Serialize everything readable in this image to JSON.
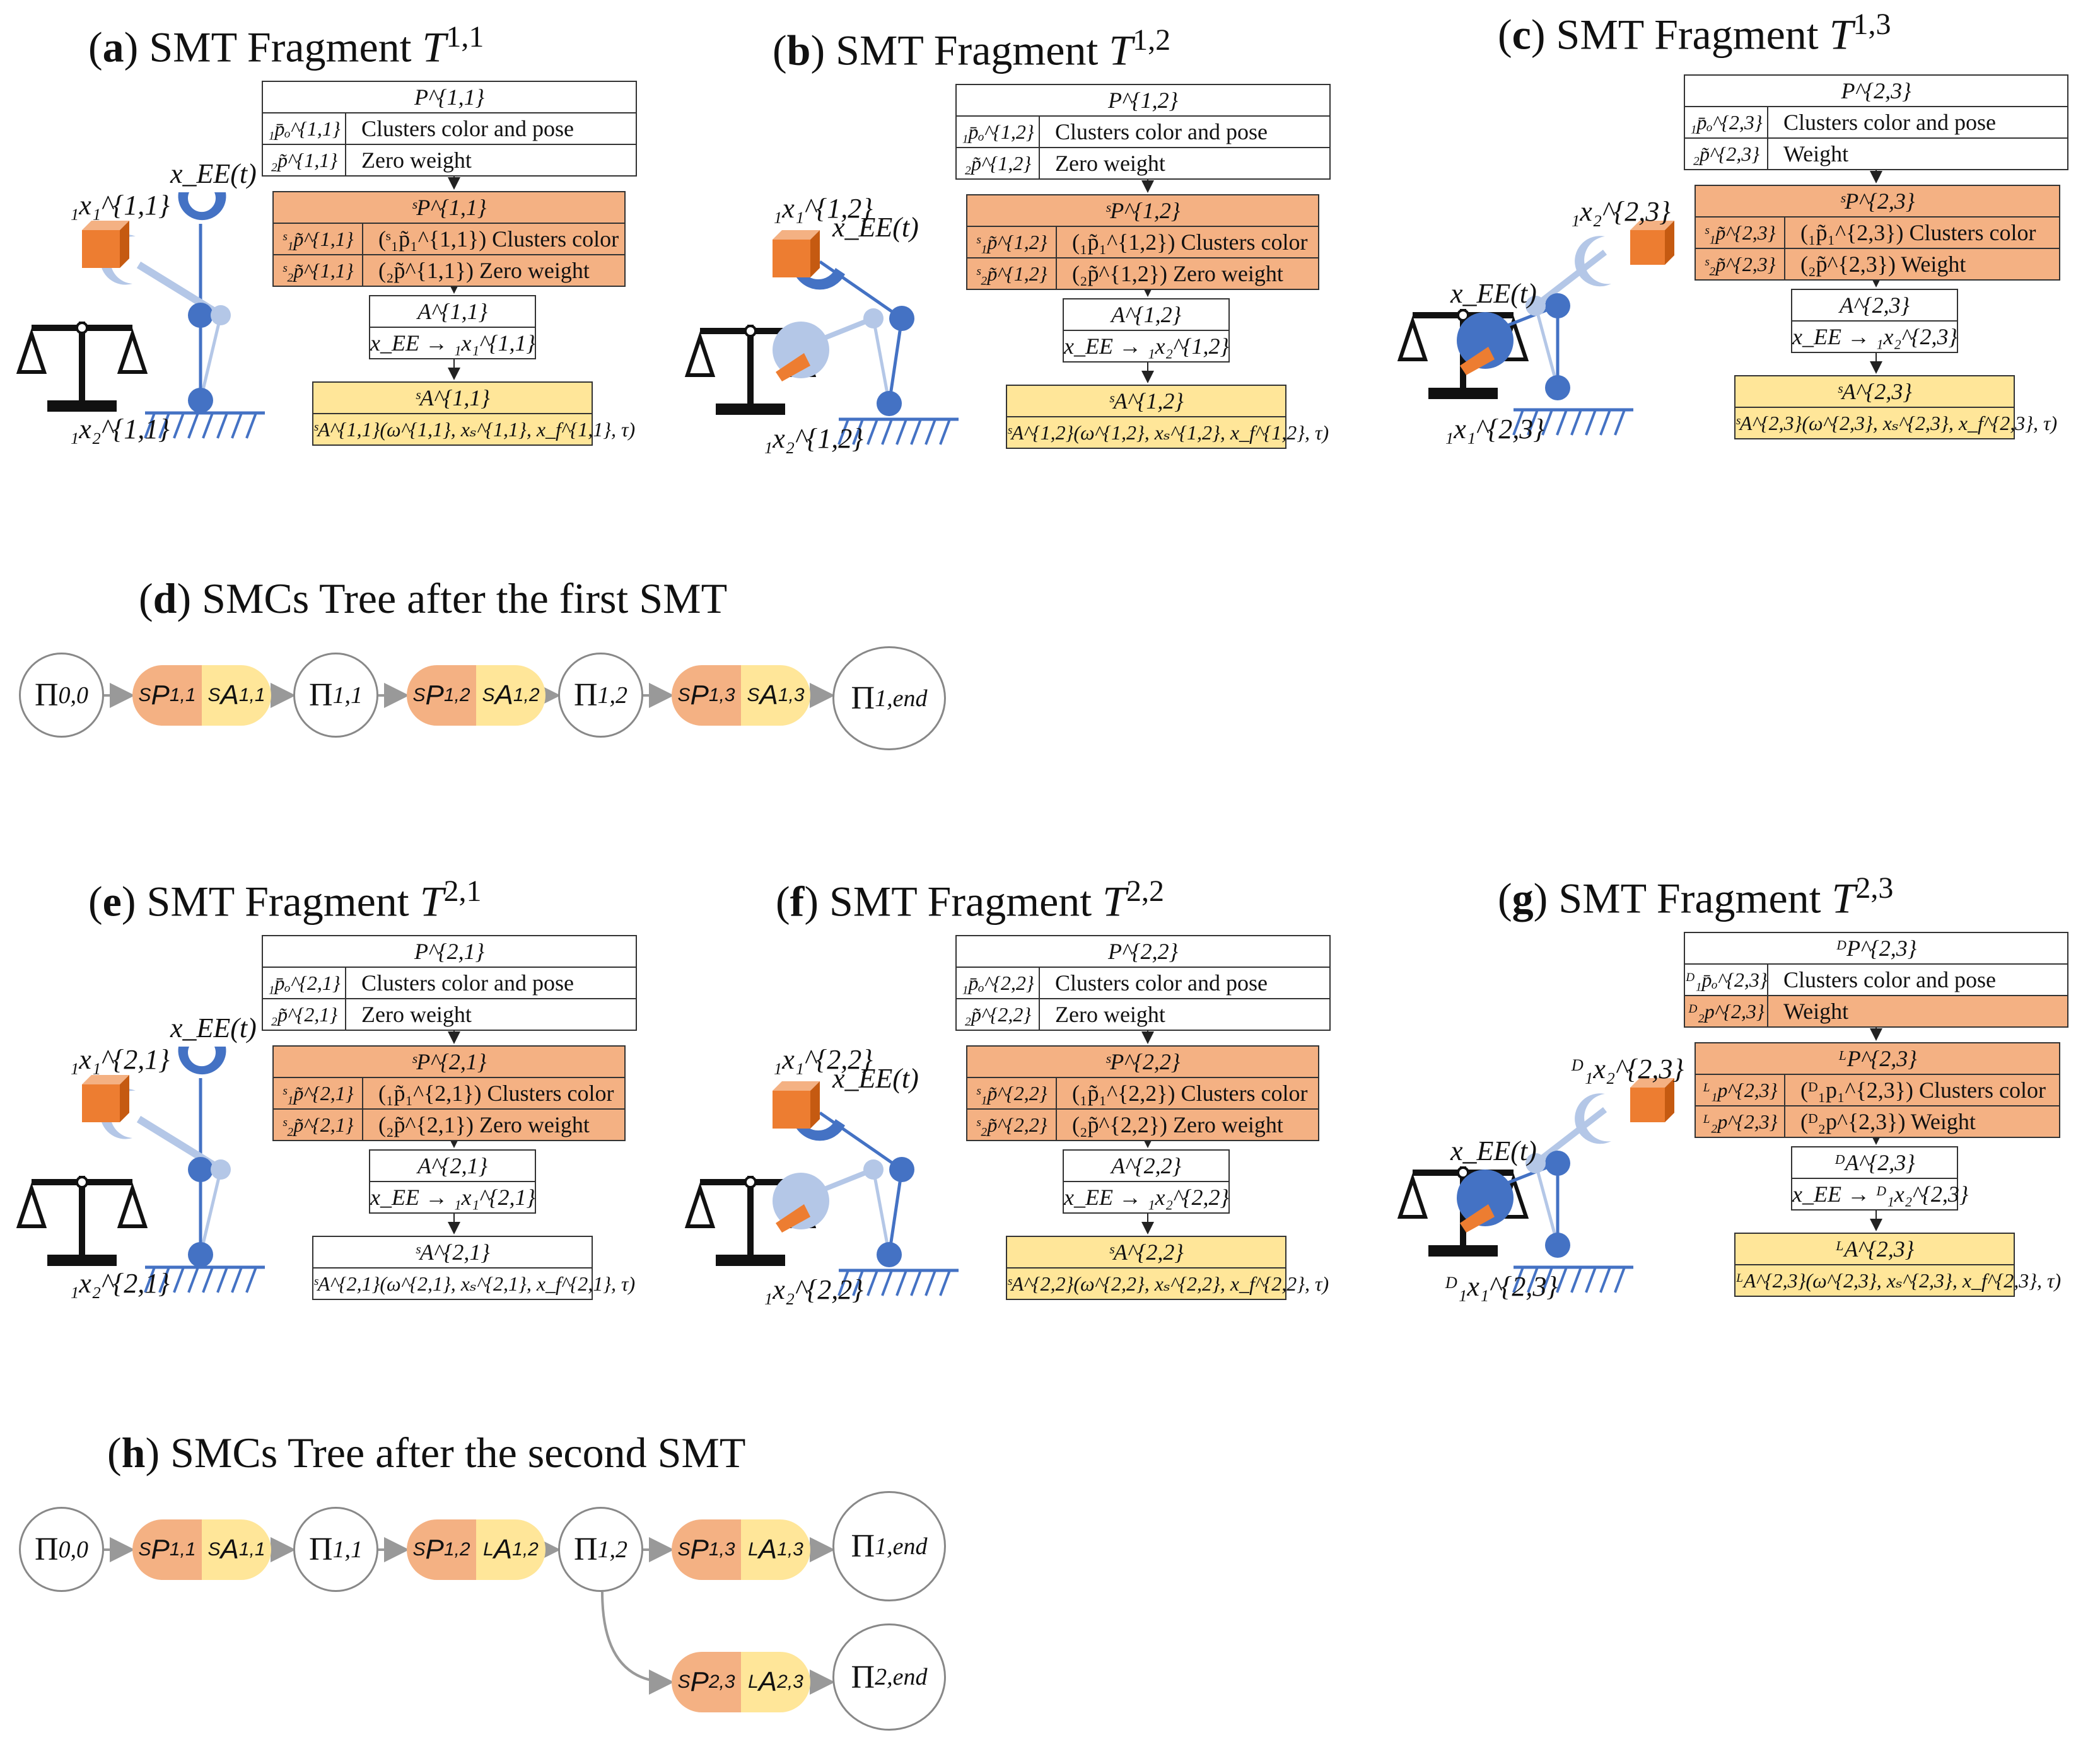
{
  "panels": {
    "a": {
      "letter": "a",
      "title": "SMT Fragment",
      "sym": "T",
      "sup": "1,1",
      "P_head": "P^{1,1}",
      "p1": "₁p̄ₒ^{1,1}",
      "p1_text": "Clusters color and pose",
      "p2": "₂p̃^{1,1}",
      "p2_text": "Zero weight",
      "SP_head": "ˢP^{1,1}",
      "sp1": "ˢ₁p̃^{1,1}",
      "sp1_text": "(ˢ₁p̃₁^{1,1}) Clusters color",
      "sp2": "ˢ₂p̃^{1,1}",
      "sp2_text": "(₂p̃^{1,1}) Zero weight",
      "A_head": "A^{1,1}",
      "A_body": "x_EE → ₁x₁^{1,1}",
      "SA_head": "ˢA^{1,1}",
      "SA_body": "ˢA^{1,1}(ω^{1,1}, xₛ^{1,1}, x_f^{1,1}, τ)",
      "lbl_top": "₁x₁^{1,1}",
      "lbl_bot": "₁x₂^{1,1}",
      "lbl_ee": "x_EE(t)"
    },
    "b": {
      "letter": "b",
      "title": "SMT Fragment",
      "sym": "T",
      "sup": "1,2",
      "P_head": "P^{1,2}",
      "p1": "₁p̄ₒ^{1,2}",
      "p1_text": "Clusters color and pose",
      "p2": "₂p̃^{1,2}",
      "p2_text": "Zero weight",
      "SP_head": "ˢP^{1,2}",
      "sp1": "ˢ₁p̃^{1,2}",
      "sp1_text": "(₁p̃₁^{1,2}) Clusters color",
      "sp2": "ˢ₂p̃^{1,2}",
      "sp2_text": "(₂p̃^{1,2}) Zero weight",
      "A_head": "A^{1,2}",
      "A_body": "x_EE → ₁x₂^{1,2}",
      "SA_head": "ˢA^{1,2}",
      "SA_body": "ˢA^{1,2}(ω^{1,2}, xₛ^{1,2}, x_f^{1,2}, τ)",
      "lbl_top": "₁x₁^{1,2}",
      "lbl_bot": "₁x₂^{1,2}",
      "lbl_ee": "x_EE(t)"
    },
    "c": {
      "letter": "c",
      "title": "SMT Fragment",
      "sym": "T",
      "sup": "1,3",
      "P_head": "P^{2,3}",
      "p1": "₁p̄ₒ^{2,3}",
      "p1_text": "Clusters color and pose",
      "p2": "₂p̃^{2,3}",
      "p2_text": "Weight",
      "SP_head": "ˢP^{2,3}",
      "sp1": "ˢ₁p̃^{2,3}",
      "sp1_text": "(₁p̃₁^{2,3}) Clusters color",
      "sp2": "ˢ₂p̃^{2,3}",
      "sp2_text": "(₂p̃^{2,3}) Weight",
      "A_head": "A^{2,3}",
      "A_body": "x_EE → ₁x₂^{2,3}",
      "SA_head": "ˢA^{2,3}",
      "SA_body": "ˢA^{2,3}(ω^{2,3}, xₛ^{2,3}, x_f^{2,3}, τ)",
      "lbl_top": "₁x₂^{2,3}",
      "lbl_bot": "₁x₁^{2,3}",
      "lbl_ee": "x_EE(t)"
    },
    "e": {
      "letter": "e",
      "title": "SMT Fragment",
      "sym": "T",
      "sup": "2,1",
      "P_head": "P^{2,1}",
      "p1": "₁p̄ₒ^{2,1}",
      "p1_text": "Clusters color and pose",
      "p2": "₂p̃^{2,1}",
      "p2_text": "Zero weight",
      "SP_head": "ˢP^{2,1}",
      "sp1": "ˢ₁p̃^{2,1}",
      "sp1_text": "(₁p̃₁^{2,1}) Clusters color",
      "sp2": "ˢ₂p̃^{2,1}",
      "sp2_text": "(₂p̃^{2,1}) Zero weight",
      "A_head": "A^{2,1}",
      "A_body": "x_EE → ₁x₁^{2,1}",
      "SA_head": "ˢA^{2,1}",
      "SA_body": "ˢA^{2,1}(ω^{2,1}, xₛ^{2,1}, x_f^{2,1}, τ)",
      "lbl_top": "₁x₁^{2,1}",
      "lbl_bot": "₁x₂^{2,1}",
      "lbl_ee": "x_EE(t)"
    },
    "f": {
      "letter": "f",
      "title": "SMT Fragment",
      "sym": "T",
      "sup": "2,2",
      "P_head": "P^{2,2}",
      "p1": "₁p̄ₒ^{2,2}",
      "p1_text": "Clusters color and pose",
      "p2": "₂p̃^{2,2}",
      "p2_text": "Zero weight",
      "SP_head": "ˢP^{2,2}",
      "sp1": "ˢ₁p̃^{2,2}",
      "sp1_text": "(₁p̃₁^{2,2}) Clusters color",
      "sp2": "ˢ₂p̃^{2,2}",
      "sp2_text": "(₂p̃^{2,2}) Zero weight",
      "A_head": "A^{2,2}",
      "A_body": "x_EE → ₁x₂^{2,2}",
      "SA_head": "ˢA^{2,2}",
      "SA_body": "ˢA^{2,2}(ω^{2,2}, xₛ^{2,2}, x_f^{2,2}, τ)",
      "lbl_top": "₁x₁^{2,2}",
      "lbl_bot": "₁x₂^{2,2}",
      "lbl_ee": "x_EE(t)"
    },
    "g": {
      "letter": "g",
      "title": "SMT Fragment",
      "sym": "T",
      "sup": "2,3",
      "P_head": "ᴰP^{2,3}",
      "p1": "ᴰ₁p̄ₒ^{2,3}",
      "p1_text": "Clusters color and pose",
      "p2": "ᴰ₂p^{2,3}",
      "p2_text": "Weight",
      "SP_head": "ᴸP^{2,3}",
      "sp1": "ᴸ₁p^{2,3}",
      "sp1_text": "(ᴰ₁p₁^{2,3}) Clusters color",
      "sp2": "ᴸ₂p^{2,3}",
      "sp2_text": "(ᴰ₂p^{2,3}) Weight",
      "A_head": "ᴰA^{2,3}",
      "A_body": "x_EE → ᴰ₁x₂^{2,3}",
      "SA_head": "ᴸA^{2,3}",
      "SA_body": "ᴸA^{2,3}(ω^{2,3}, xₛ^{2,3}, x_f^{2,3}, τ)",
      "lbl_top": "ᴰ₁x₂^{2,3}",
      "lbl_bot": "ᴰ₁x₁^{2,3}",
      "lbl_ee": "x_EE(t)"
    }
  },
  "tree_d": {
    "letter": "d",
    "title": "SMCs Tree after the first SMT",
    "n0": "0,0",
    "n1": "1,1",
    "n2": "1,2",
    "n3": "1,end",
    "p1l": "1,1",
    "p1r": "1,1",
    "p2l": "1,2",
    "p2r": "1,2",
    "p3l": "1,3",
    "p3r": "1,3"
  },
  "tree_h": {
    "letter": "h",
    "title": "SMCs Tree after the second SMT",
    "n0": "0,0",
    "n1": "1,1",
    "n2": "1,2",
    "n3": "1,end",
    "n4": "2,end",
    "p1l": "1,1",
    "p1r": "1,1",
    "p2l": "1,2",
    "p2r": "1,2",
    "p3l": "1,3",
    "p3r": "1,3",
    "p4l": "2,3",
    "p4r": "2,3"
  },
  "symbols": {
    "pi": "Π",
    "sp": "S",
    "sa": "S",
    "la": "L",
    "P": "P",
    "A": "A"
  },
  "colors": {
    "orange_box": "#f4b183",
    "yellow_box": "#ffe699",
    "robot_blue": "#4472c4",
    "robot_light": "#b4c7e7",
    "cube": "#ed7d31"
  }
}
